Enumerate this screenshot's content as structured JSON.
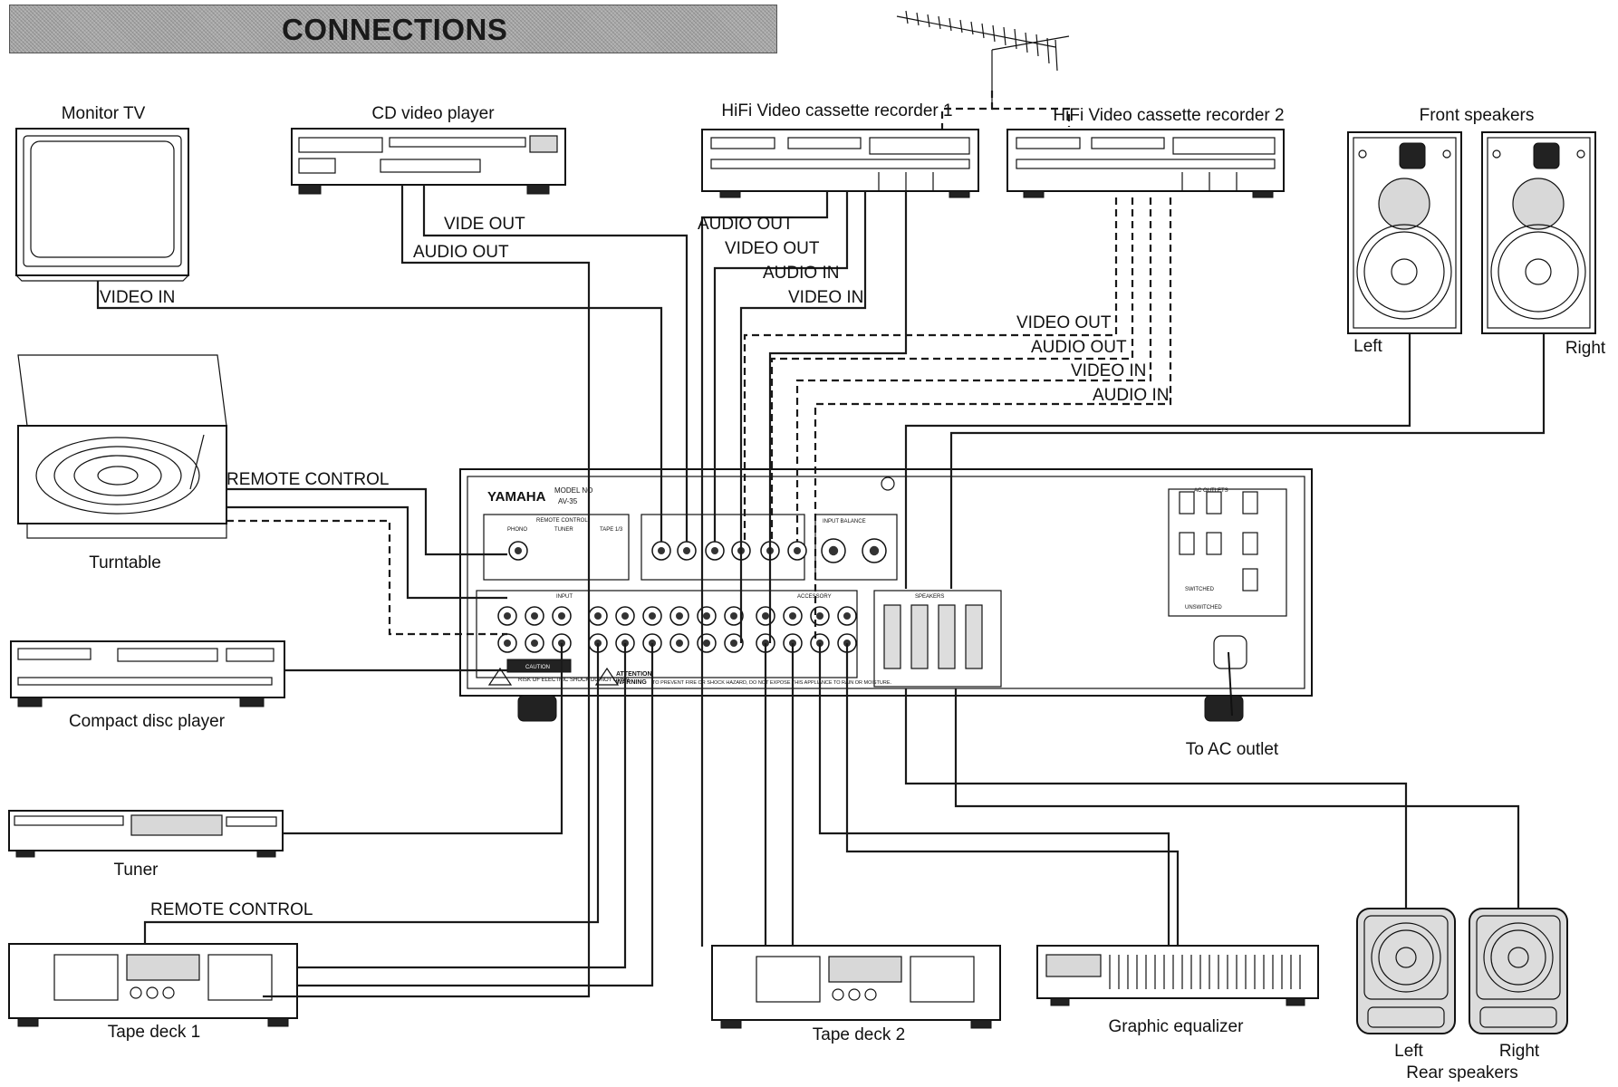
{
  "title": "CONNECTIONS",
  "devices": {
    "monitor_tv": "Monitor TV",
    "cd_video_player": "CD video player",
    "vcr1": "HiFi Video cassette recorder 1",
    "vcr2": "HiFi Video cassette recorder 2",
    "front_speakers": "Front speakers",
    "front_left": "Left",
    "front_right": "Right",
    "turntable": "Turntable",
    "compact_disc_player": "Compact disc player",
    "tuner": "Tuner",
    "tape_deck_1": "Tape deck 1",
    "tape_deck_2": "Tape deck 2",
    "graphic_equalizer": "Graphic equalizer",
    "rear_left": "Left",
    "rear_right": "Right",
    "rear_speakers": "Rear speakers",
    "ac_outlet": "To AC outlet"
  },
  "cable_labels": {
    "cdv_video_out": "VIDE OUT",
    "cdv_audio_out": "AUDIO OUT",
    "tv_video_in": "VIDEO IN",
    "vcr1_audio_out": "AUDIO OUT",
    "vcr1_video_out": "VIDEO OUT",
    "vcr1_audio_in": "AUDIO IN",
    "vcr1_video_in": "VIDEO IN",
    "vcr2_video_out": "VIDEO OUT",
    "vcr2_audio_out": "AUDIO OUT",
    "vcr2_video_in": "VIDEO IN",
    "vcr2_audio_in": "AUDIO IN",
    "turntable_remote": "REMOTE CONTROL",
    "tape1_remote": "REMOTE CONTROL"
  },
  "receiver": {
    "brand": "YAMAHA",
    "model_no": "MODEL NO",
    "model": "AV-35",
    "remote_control_section": "REMOTE CONTROL",
    "phono": "PHONO",
    "tuner": "TUNER",
    "tape_1_3": "TAPE 1/3",
    "input_balance": "INPUT BALANCE",
    "input": "INPUT",
    "speakers": "SPEAKERS",
    "accessory": "ACCESSORY",
    "ac_outlets": "AC OUTLETS",
    "switched": "SWITCHED",
    "unswitched": "UNSWITCHED",
    "caution": "CAUTION",
    "caution_sub": "RISK OF ELECTRIC SHOCK DO NOT OPEN",
    "attention": "ATTENTION",
    "warning": "WARNING",
    "warning_text": "TO PREVENT FIRE OR SHOCK HAZARD, DO NOT EXPOSE THIS APPLIANCE TO RAIN OR MOISTURE."
  }
}
